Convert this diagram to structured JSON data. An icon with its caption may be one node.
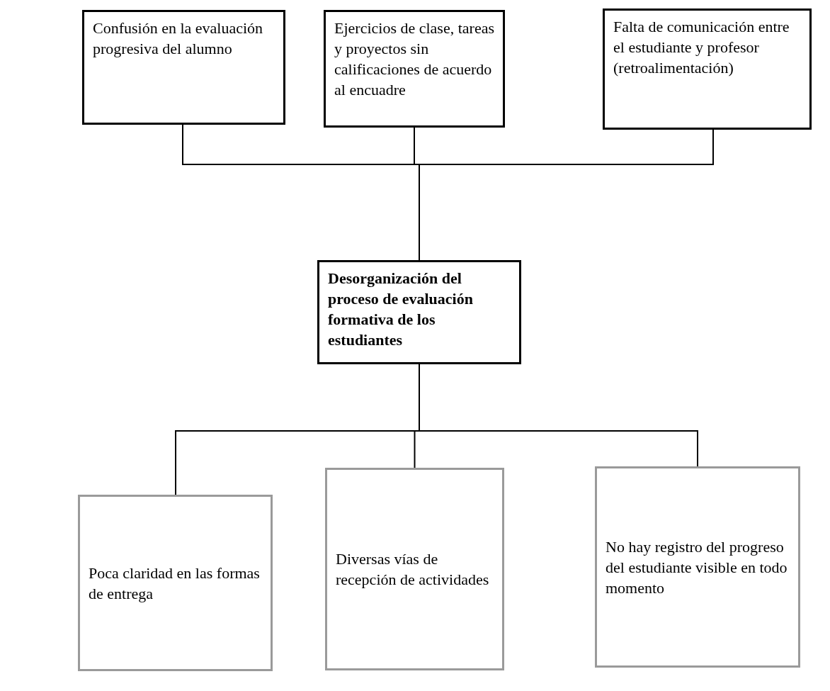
{
  "diagram": {
    "nodes": [
      {
        "text": [
          "Confusión en la evaluación progresiva del alumno"
        ]
      },
      {
        "text": [
          "Ejercicios de clase, tareas y proyectos sin calificaciones de acuerdo al encuadre"
        ]
      },
      {
        "text": [
          "Falta de comunicación entre el estudiante y profesor (retroalimentación)"
        ]
      },
      {
        "text": [
          "Desorganización del proceso de evaluación formativa de los estudiantes"
        ]
      },
      {
        "text": [
          "Poca claridad en las formas de entrega"
        ]
      },
      {
        "text": [
          "Diversas vías de recepción de actividades"
        ]
      },
      {
        "text": [
          "No hay registro del progreso del estudiante visible en todo momento"
        ]
      }
    ],
    "edges": [
      {
        "from": 0,
        "to": 3,
        "arrow": "none"
      },
      {
        "from": 1,
        "to": 3,
        "arrow": "none"
      },
      {
        "from": 2,
        "to": 3,
        "arrow": "none"
      },
      {
        "from": 3,
        "to": 4,
        "arrow": "none"
      },
      {
        "from": 3,
        "to": 5,
        "arrow": "none"
      },
      {
        "from": 3,
        "to": 6,
        "arrow": "none"
      }
    ]
  }
}
